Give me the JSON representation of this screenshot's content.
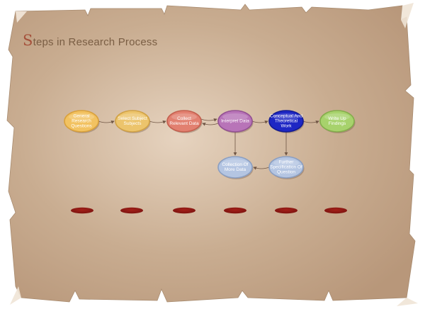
{
  "title": {
    "first_letter": "S",
    "rest": "teps in Research Process"
  },
  "nodes": [
    {
      "id": "n1",
      "label": "General Research Questions",
      "fill": "#f2c261",
      "edge": "#d9a13c"
    },
    {
      "id": "n2",
      "label": "Select Subject Subjects",
      "fill": "#ecc46c",
      "edge": "#d1a246"
    },
    {
      "id": "n3",
      "label": "Collect Relevant Data",
      "fill": "#e28070",
      "edge": "#c4604f"
    },
    {
      "id": "n4",
      "label": "Interpret Data",
      "fill": "#b874b8",
      "edge": "#935193"
    },
    {
      "id": "n5",
      "label": "Conceptual And Theoretical Work",
      "fill": "#1e27c4",
      "edge": "#121a93"
    },
    {
      "id": "n6",
      "label": "Write Up Findings",
      "fill": "#a7d26c",
      "edge": "#84ad4c"
    },
    {
      "id": "n7",
      "label": "Collection Of More Data",
      "fill": "#b4c5e2",
      "edge": "#8c9fc1"
    },
    {
      "id": "n8",
      "label": "Further Specification Of Question",
      "fill": "#b4c5e2",
      "edge": "#8c9fc1"
    }
  ],
  "edges": [
    {
      "from": "n1",
      "to": "n2"
    },
    {
      "from": "n2",
      "to": "n3"
    },
    {
      "from": "n3",
      "to": "n4"
    },
    {
      "from": "n4",
      "to": "n3"
    },
    {
      "from": "n4",
      "to": "n5"
    },
    {
      "from": "n5",
      "to": "n6"
    },
    {
      "from": "n4",
      "to": "n7"
    },
    {
      "from": "n8",
      "to": "n7"
    },
    {
      "from": "n5",
      "to": "n8"
    }
  ],
  "colors": {
    "paper": "#c9ad91",
    "paper_light": "#e6d3bf",
    "paper_edge": "#b8977a",
    "backdrop": "#ffffff",
    "connector": "#6f5544",
    "hole": "#7e1410"
  },
  "holes_count": 6
}
